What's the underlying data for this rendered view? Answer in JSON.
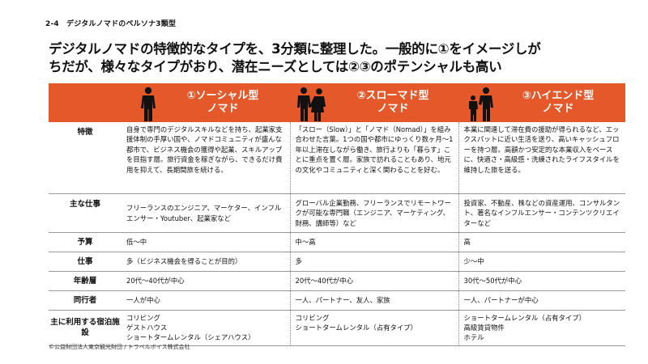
{
  "section_label": "2-4　デジタルノマドのペルソナ3類型",
  "headline": [
    "デジタルノマドの特徴的なタイプを、3分類に整理した。一般的に①をイメージしが",
    "ちだが、様々なタイプがおり、潜在ニーズとしては②③のポテンシャルも高い"
  ],
  "columns": [
    {
      "line1": "①ソーシャル型",
      "line2": "ノマド",
      "icon": "single-person-icon"
    },
    {
      "line1": "②スローマド型",
      "line2": "ノマド",
      "icon": "couple-icon"
    },
    {
      "line1": "③ハイエンド型",
      "line2": "ノマド",
      "icon": "parent-child-icon"
    }
  ],
  "rows": [
    {
      "label": "特徴",
      "cells": [
        "自身で専門のデジタルスキルなどを持ち、起業家支援体制の手厚い国や、ノマドコミュニティが盛んな都市で、ビジネス機会の獲得や起業、スキルアップを目指す層。旅行資金を稼ぎながら、できるだけ費用を抑えて、長期間旅を続ける。",
        "「スロー（Slow）」と「ノマド（Nomad）」を組み合わせた言葉。1つの国や都市にゆっくり数ヶ月～1年以上滞在しながら働き、旅行よりも「暮らす」ことに重点を置く層。家族で訪れることもあり、地元の文化やコミュニティと深く関わることを好む。",
        "本業に関連して滞在費の援助が得られるなど、エックスパットに近い生活を送り、高いキャッシュフローを持つ層。高額かつ安定的な本業収入をベースに、快適さ・高級感・洗練されたライフスタイルを維持した旅を送る。"
      ]
    },
    {
      "label": "主な仕事",
      "cells": [
        "フリーランスのエンジニア、マーケター、インフルエンサー・Youtuber、起業家など",
        "グローバル企業勤務、フリーランスでリモートワークが可能な専門職（エンジニア、マーケティング、財務、講師等）など",
        "投資家、不動産、株などの資産運用、コンサルタント、著名なインフルエンサー・コンテンツクリエイターなど"
      ]
    },
    {
      "label": "予算",
      "cells": [
        "低～中",
        "中～高",
        "高"
      ]
    },
    {
      "label": "仕事",
      "cells": [
        "多（ビジネス機会を得ることが目的）",
        "多",
        "少～中"
      ]
    },
    {
      "label": "年齢層",
      "cells": [
        "20代～40代が中心",
        "20代～40代が中心",
        "30代～50代が中心"
      ]
    },
    {
      "label": "同行者",
      "cells": [
        "一人が中心",
        "一人、パートナー、友人、家族",
        "一人、パートナーが中心"
      ]
    },
    {
      "label": "主に利用する宿泊施設",
      "cells": [
        [
          "コリビング",
          "ゲストハウス",
          "ショートタームレンタル（シェアハウス）"
        ],
        [
          "コリビング",
          "ショートタームレンタル（占有タイプ）"
        ],
        [
          "ショートタームレンタル（占有タイプ）",
          "高級賃貸物件",
          "ホテル"
        ]
      ]
    }
  ],
  "copyright": "©公益財団法人東京観光財団 / トラベルボイス株式会社",
  "colors": {
    "header_bg": "#e4582a",
    "header_text": "#ffffff"
  }
}
